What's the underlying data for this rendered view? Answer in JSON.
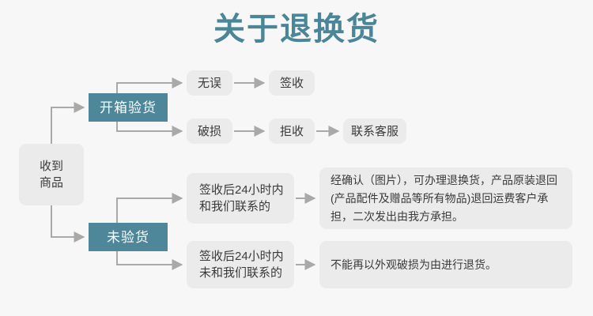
{
  "page": {
    "title": "关于退换货",
    "background_color": "#f7f7f7",
    "accent_color": "#4d8799",
    "node_gray": "#ebebeb",
    "connector_color": "#a9a9a9"
  },
  "flowchart": {
    "type": "flowchart",
    "orientation": "left-to-right",
    "nodes": {
      "start": {
        "label": "收到\n商品",
        "style": "gray-rounded"
      },
      "open_and_inspect": {
        "label": "开箱验货",
        "style": "teal-rect"
      },
      "no_error": {
        "label": "无误",
        "style": "gray-rounded"
      },
      "sign_for": {
        "label": "签收",
        "style": "gray-rounded"
      },
      "damaged": {
        "label": "破损",
        "style": "gray-rounded"
      },
      "reject": {
        "label": "拒收",
        "style": "gray-rounded"
      },
      "contact_service": {
        "label": "联系客服",
        "style": "gray-rounded"
      },
      "not_inspected": {
        "label": "未验货",
        "style": "teal-rect"
      },
      "contacted_within_24h": {
        "label": "签收后24小时内\n和我们联系的",
        "style": "gray-rounded"
      },
      "not_contacted_within_24h": {
        "label": "签收后24小时内\n未和我们联系的",
        "style": "gray-rounded"
      },
      "policy_returnable": {
        "label": "经确认（图片），可办理退换货，产品原装退回(产品配件及赠品等所有物品)退回运费客户承担，二次发出由我方承担。",
        "style": "gray-rounded"
      },
      "policy_not_returnable": {
        "label": "不能再以外观破损为由进行退货。",
        "style": "gray-rounded"
      }
    },
    "edges": [
      {
        "from": "start",
        "to": "open_and_inspect"
      },
      {
        "from": "start",
        "to": "not_inspected"
      },
      {
        "from": "open_and_inspect",
        "to": "no_error"
      },
      {
        "from": "open_and_inspect",
        "to": "damaged"
      },
      {
        "from": "no_error",
        "to": "sign_for"
      },
      {
        "from": "damaged",
        "to": "reject"
      },
      {
        "from": "reject",
        "to": "contact_service"
      },
      {
        "from": "not_inspected",
        "to": "contacted_within_24h"
      },
      {
        "from": "not_inspected",
        "to": "not_contacted_within_24h"
      },
      {
        "from": "contacted_within_24h",
        "to": "policy_returnable"
      },
      {
        "from": "not_contacted_within_24h",
        "to": "policy_not_returnable"
      }
    ]
  }
}
